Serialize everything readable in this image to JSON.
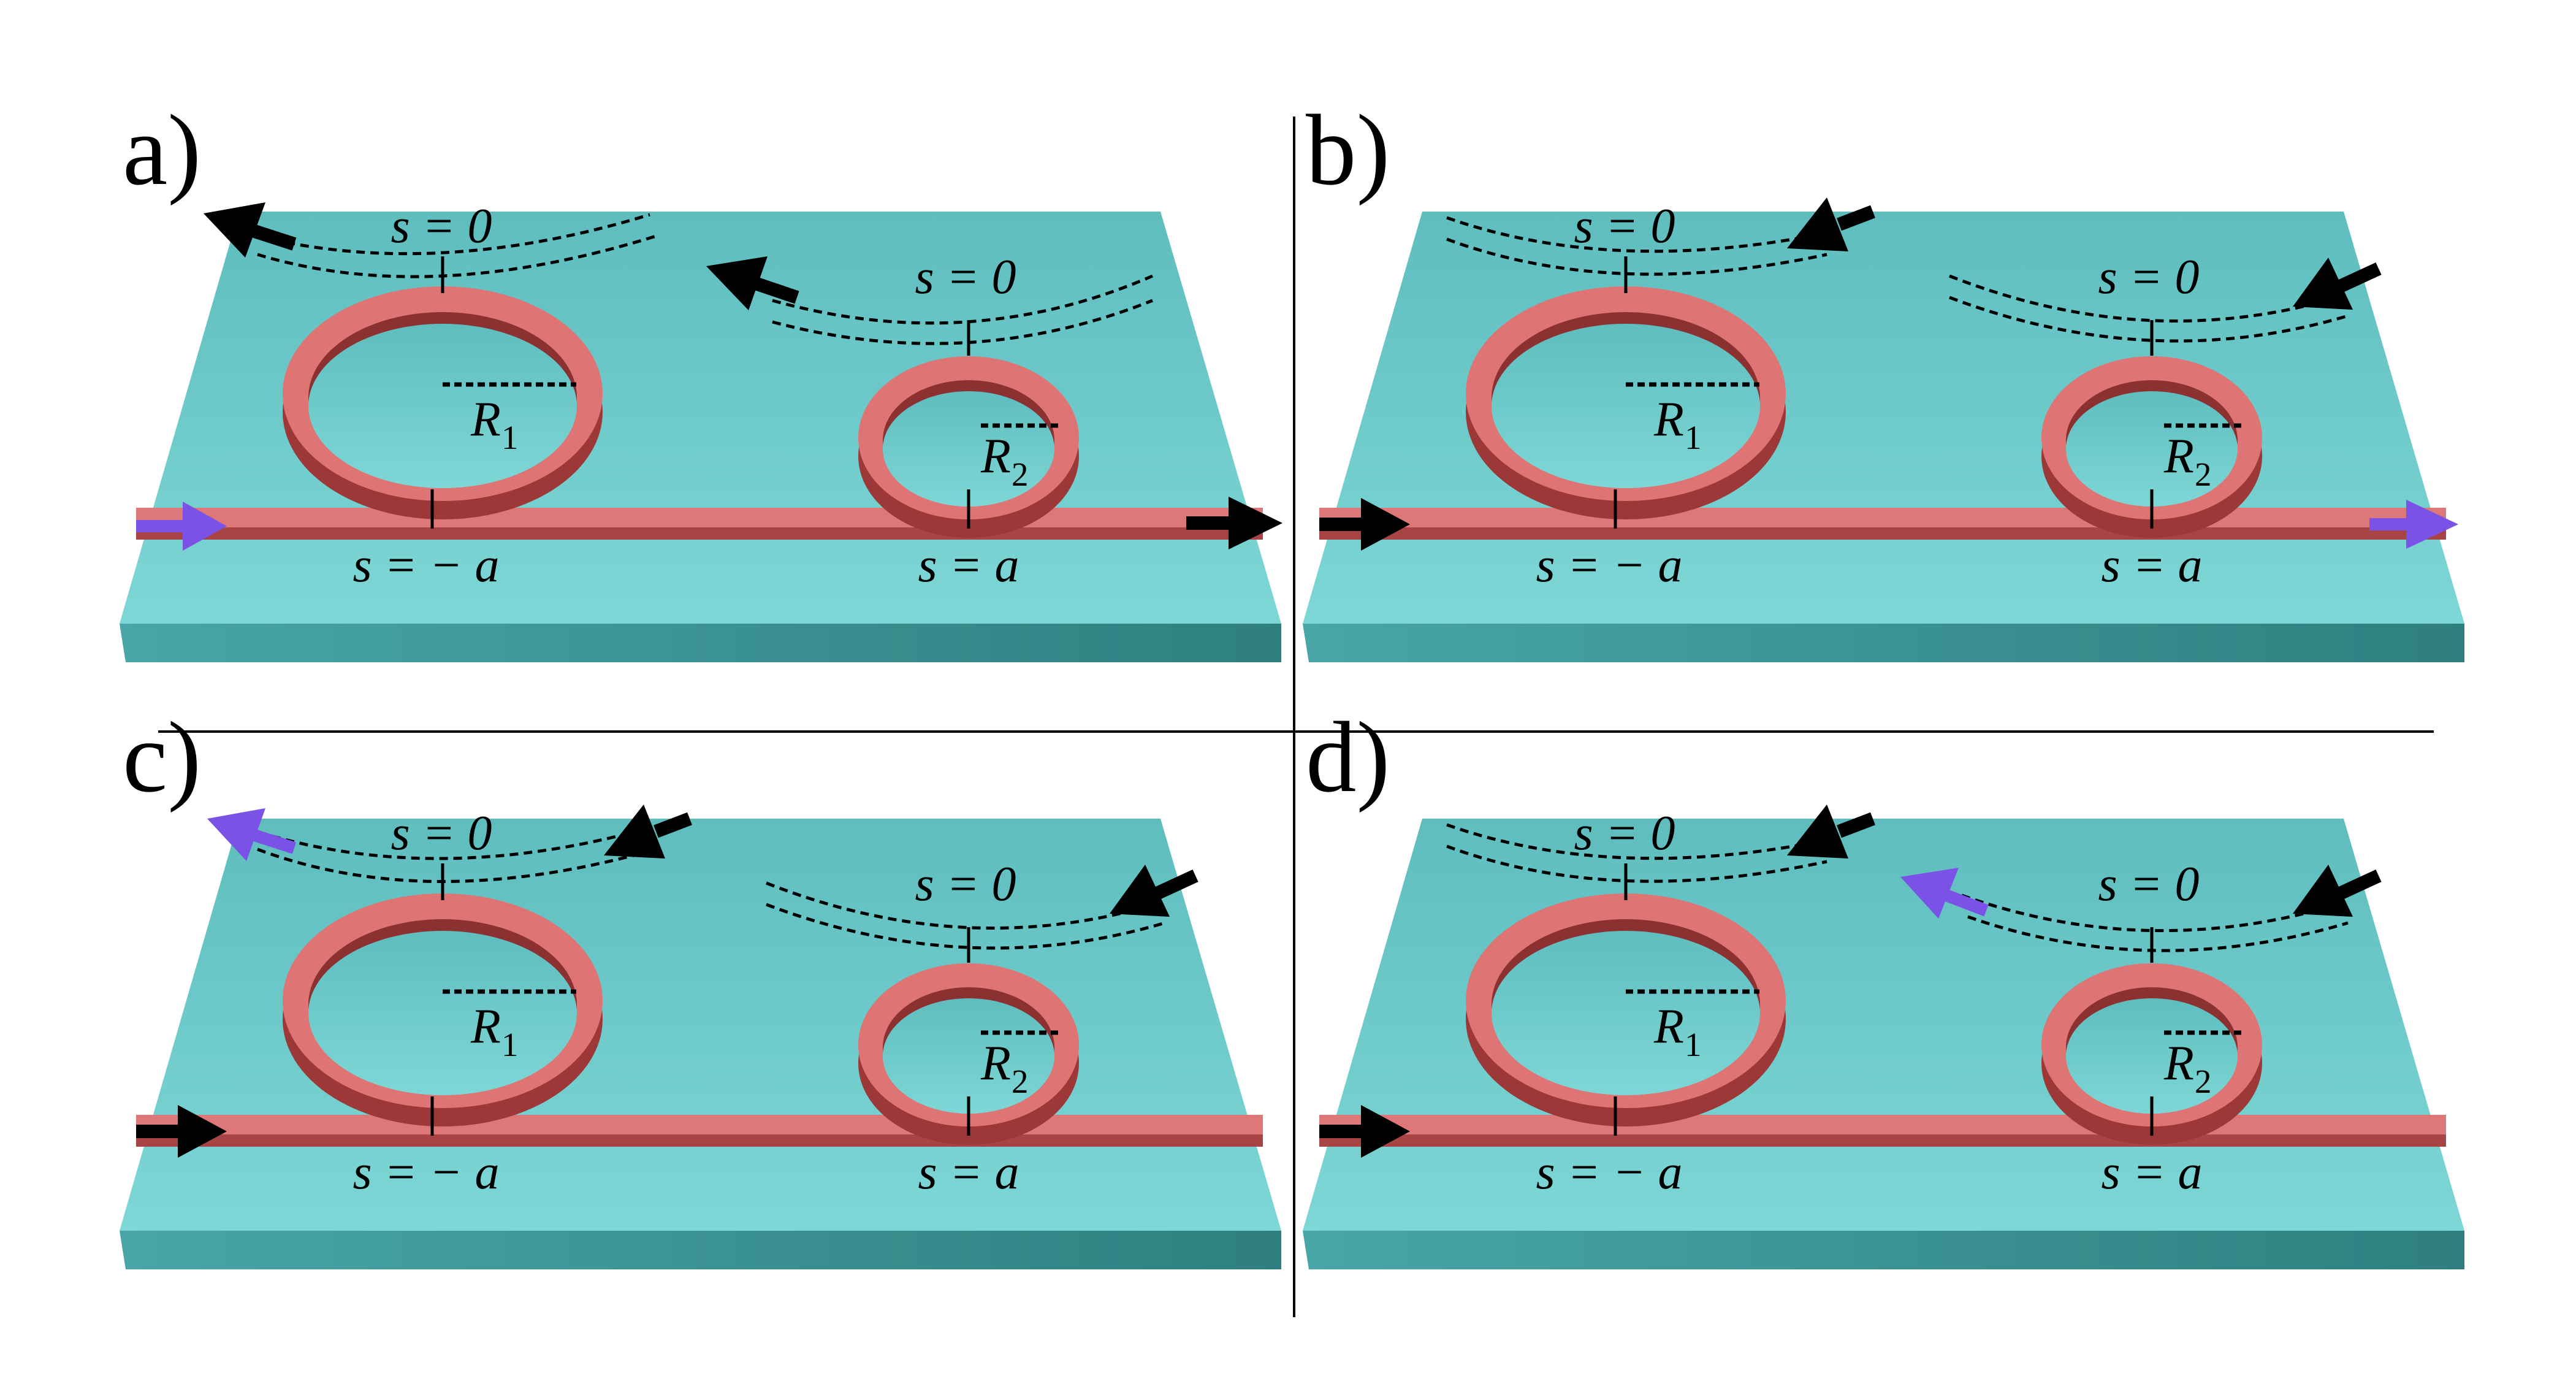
{
  "figure": {
    "colors": {
      "slab_top": "#6fcaca",
      "slab_front": "#3f9a9a",
      "waveguide": "#d9706e",
      "waveguide_side": "#a84040",
      "arrow_black": "#000000",
      "arrow_purple": "#7a52e6"
    },
    "labels": {
      "s_zero": "s = 0",
      "s_minus_a": "s = − a",
      "s_plus_a": "s = a",
      "r_letter": "R",
      "r1_sub": "1",
      "r2_sub": "2"
    },
    "panels": [
      {
        "letter": "a)",
        "input_arrow": "purple",
        "output_arrow": "black",
        "left_far_arrow": "black-out",
        "right_far_arrow": "black-out"
      },
      {
        "letter": "b)",
        "input_arrow": "black",
        "output_arrow": "purple",
        "left_far_arrow": "black-in",
        "right_far_arrow": "black-in"
      },
      {
        "letter": "c)",
        "input_arrow": "black",
        "output_arrow": "none",
        "left_far_arrow": "black-in purple-out",
        "right_far_arrow": "black-in"
      },
      {
        "letter": "d)",
        "input_arrow": "black",
        "output_arrow": "none",
        "left_far_arrow": "black-in",
        "right_far_arrow": "black-in purple-out"
      }
    ]
  }
}
